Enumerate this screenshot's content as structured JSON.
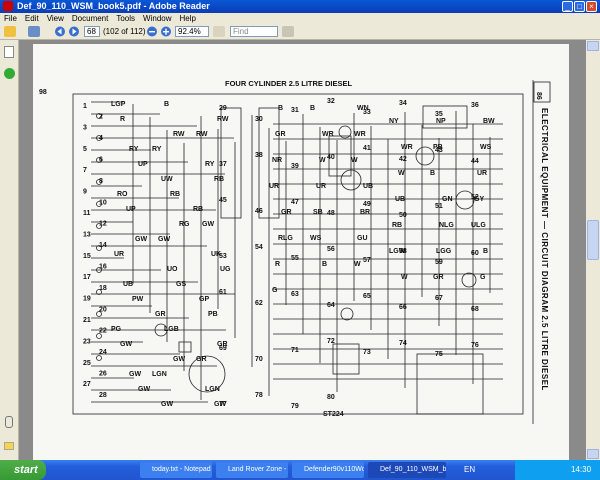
{
  "window": {
    "title": "Def_90_110_WSM_book5.pdf - Adobe Reader",
    "minimize": "_",
    "maximize": "□",
    "close": "×"
  },
  "menu": [
    "File",
    "Edit",
    "View",
    "Document",
    "Tools",
    "Window",
    "Help"
  ],
  "toolbar": {
    "page_value": "68",
    "page_count": "(102 of 112)",
    "zoom_value": "92.4%",
    "find_placeholder": "Find"
  },
  "document": {
    "heading": "FOUR CYLINDER 2.5 LITRE DIESEL",
    "side_title": "ELECTRICAL EQUIPMENT — CIRCUIT DIAGRAM 2.5 LITRE DIESEL",
    "page_number": "86",
    "left_page_mark": "98",
    "code": "ST224",
    "labels": [
      "LGP",
      "B",
      "RW",
      "R",
      "RW",
      "RW",
      "RY",
      "RY",
      "RY",
      "UP",
      "UW",
      "RB",
      "RO",
      "RB",
      "RB",
      "UP",
      "RG",
      "GW",
      "GW",
      "GW",
      "UK",
      "UR",
      "UO",
      "UG",
      "UB",
      "GS",
      "GP",
      "PW",
      "GR",
      "PB",
      "PG",
      "LGB",
      "GR",
      "GW",
      "GW",
      "GR",
      "GW",
      "LGN",
      "LGN",
      "GW",
      "GW",
      "GW",
      "B",
      "B",
      "WN",
      "NY",
      "NP",
      "BW",
      "GR",
      "WR",
      "WR",
      "WR",
      "PB",
      "WS",
      "NR",
      "W",
      "W",
      "W",
      "B",
      "UR",
      "UR",
      "UR",
      "UB",
      "UB",
      "GN",
      "GY",
      "GR",
      "SB",
      "BR",
      "RB",
      "NLG",
      "ULG",
      "RLG",
      "WS",
      "GU",
      "LGW",
      "LGG",
      "B",
      "R",
      "B",
      "W",
      "W",
      "GR",
      "G",
      "G"
    ],
    "numbers": [
      "1",
      "2",
      "3",
      "4",
      "5",
      "6",
      "7",
      "8",
      "9",
      "10",
      "11",
      "12",
      "13",
      "14",
      "15",
      "16",
      "17",
      "18",
      "19",
      "20",
      "21",
      "22",
      "23",
      "24",
      "25",
      "26",
      "27",
      "28",
      "29",
      "30",
      "31",
      "32",
      "33",
      "34",
      "35",
      "36",
      "37",
      "38",
      "39",
      "40",
      "41",
      "42",
      "43",
      "44",
      "45",
      "46",
      "47",
      "48",
      "49",
      "50",
      "51",
      "52",
      "53",
      "54",
      "55",
      "56",
      "57",
      "58",
      "59",
      "60",
      "61",
      "62",
      "63",
      "64",
      "65",
      "66",
      "67",
      "68",
      "69",
      "70",
      "71",
      "72",
      "73",
      "74",
      "75",
      "76",
      "77",
      "78",
      "79",
      "80"
    ]
  },
  "taskbar": {
    "start": "start",
    "tasks": [
      "today.txt - Notepad",
      "Land Rover Zone - R...",
      "Defender90v110Wor...",
      "Def_90_110_WSM_b..."
    ],
    "language": "EN",
    "clock": "14:30"
  }
}
